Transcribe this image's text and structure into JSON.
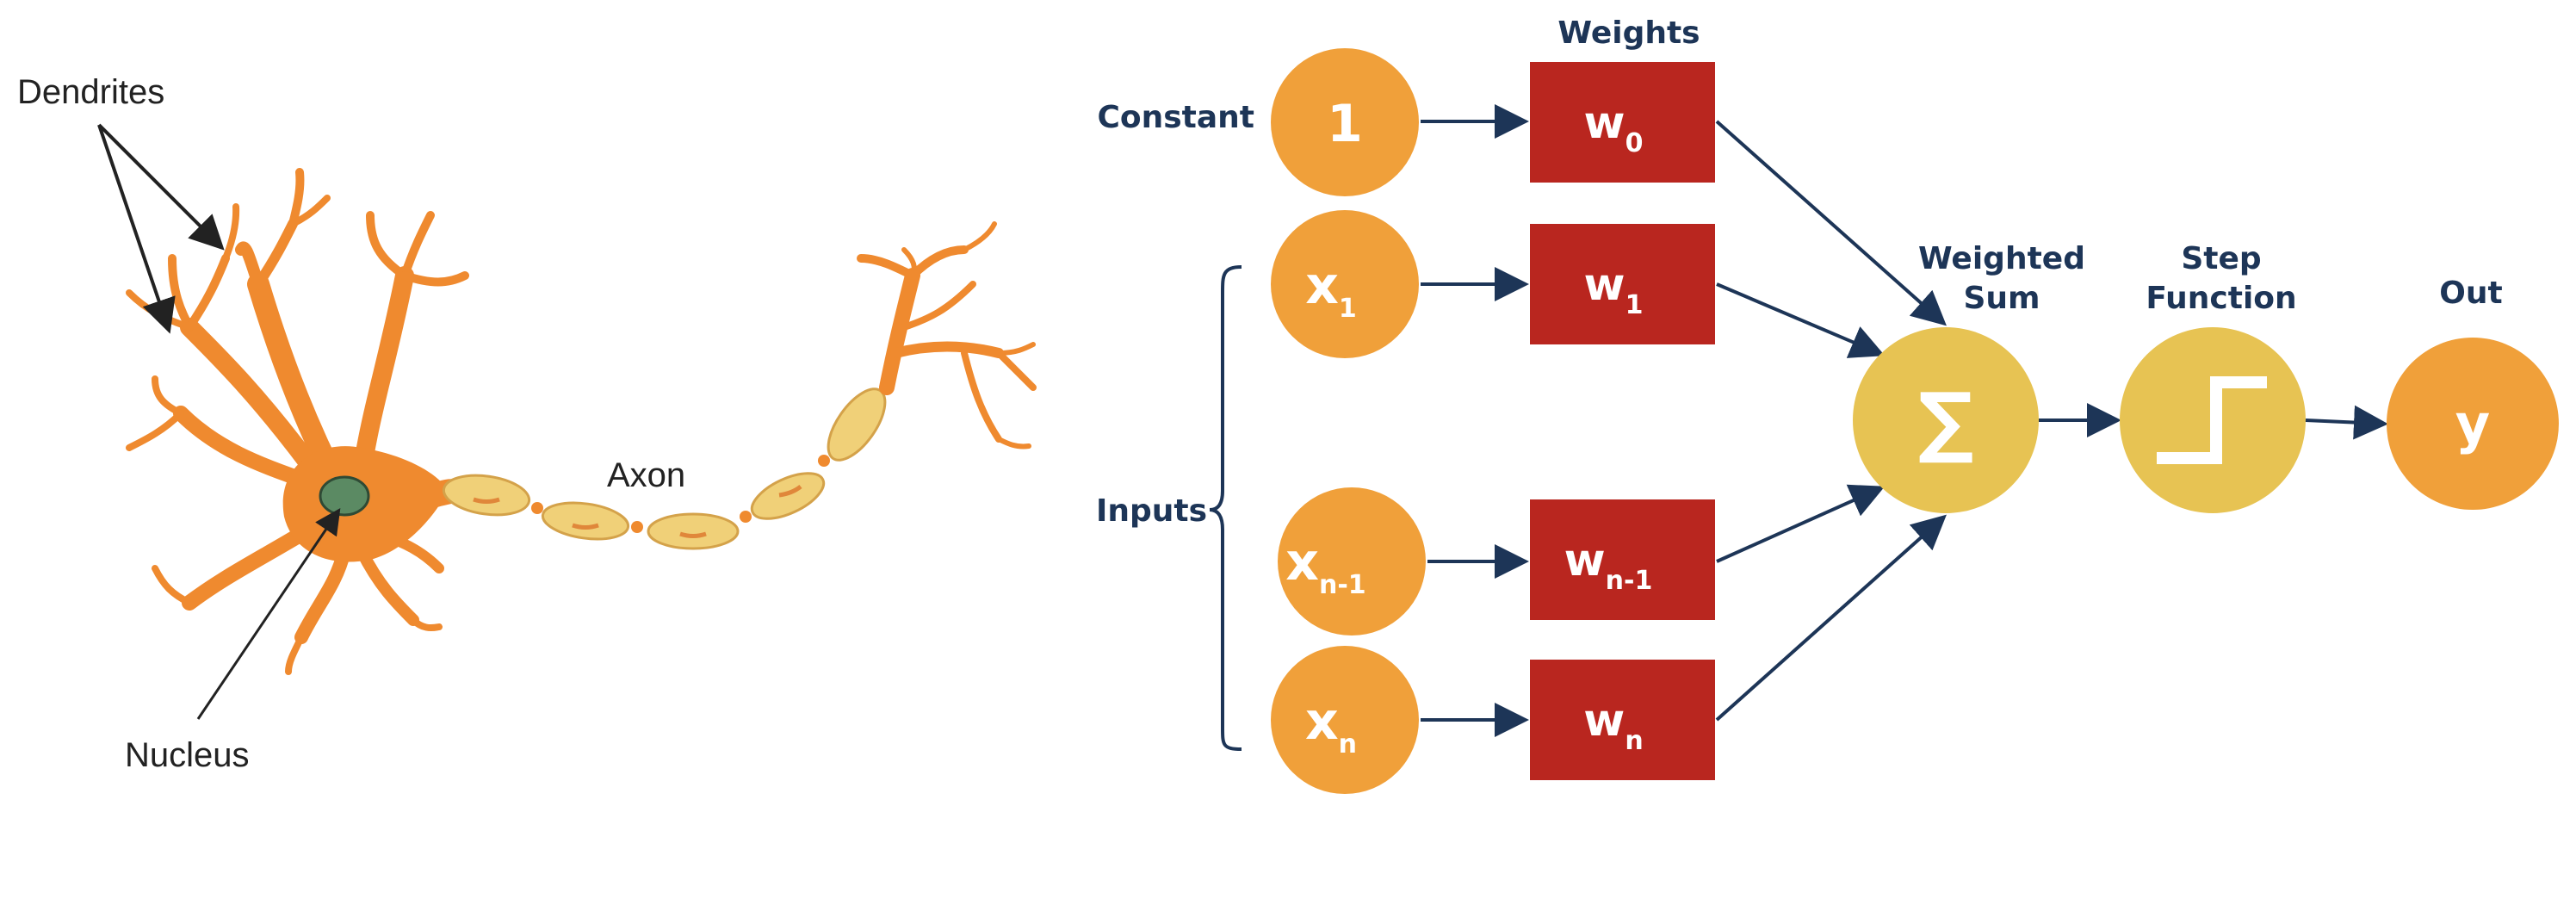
{
  "neuron": {
    "dendrites_label": "Dendrites",
    "axon_label": "Axon",
    "nucleus_label": "Nucleus"
  },
  "perceptron": {
    "weights_header": "Weights",
    "constant_label": "Constant",
    "inputs_label": "Inputs",
    "weighted_sum_line1": "Weighted",
    "weighted_sum_line2": "Sum",
    "step_line1": "Step",
    "step_line2": "Function",
    "out_label": "Out",
    "inputs": [
      {
        "main": "1",
        "sub": ""
      },
      {
        "main": "x",
        "sub": "1"
      },
      {
        "main": "x",
        "sub": "n-1"
      },
      {
        "main": "x",
        "sub": "n"
      }
    ],
    "weights": [
      {
        "main": "w",
        "sub": "0"
      },
      {
        "main": "w",
        "sub": "1"
      },
      {
        "main": "w",
        "sub": "n-1"
      },
      {
        "main": "w",
        "sub": "n"
      }
    ],
    "sum_symbol": "∑",
    "output_symbol": "y"
  },
  "colors": {
    "input_node": "#f0a03a",
    "weight_box": "#b9261f",
    "sum_node": "#e7c353",
    "arrow": "#1d3557",
    "neuron_body": "#ef8a2f",
    "axon_segment": "#f0d078",
    "nucleus": "#5b8a63"
  }
}
